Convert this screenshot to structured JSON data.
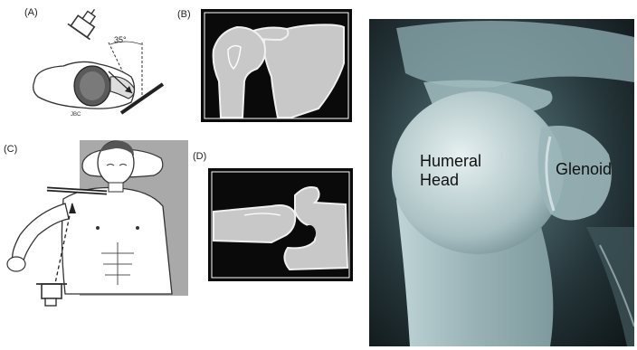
{
  "panels": {
    "a": {
      "label": "(A)",
      "angle": "35°",
      "initials": "JBC"
    },
    "b": {
      "label": "(B)"
    },
    "c": {
      "label": "(C)"
    },
    "d": {
      "label": "(D)"
    }
  },
  "xray": {
    "humeral_head_line1": "Humeral",
    "humeral_head_line2": "Head",
    "glenoid": "Glenoid"
  }
}
